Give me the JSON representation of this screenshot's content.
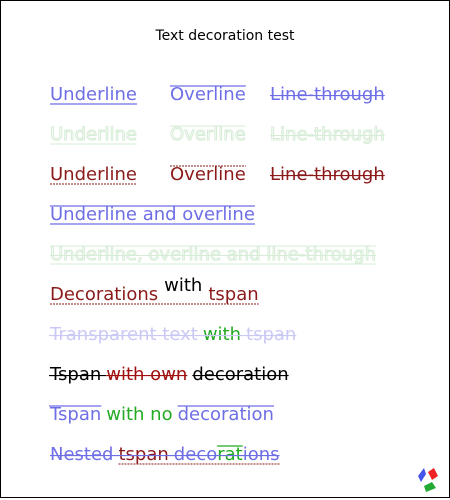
{
  "title": "Text decoration test",
  "colors": {
    "blue": "#6e6ee6",
    "ghost_green": "#d6ecd6",
    "dark_red": "#8b1a1a",
    "maroon": "#a01010",
    "green": "#22aa22",
    "light_blue": "#c9c9f5",
    "black": "#000000"
  },
  "row1": {
    "underline": "Underline",
    "overline": "Overline",
    "linethrough": "Line-through"
  },
  "row2": {
    "underline": "Underline",
    "overline": "Overline",
    "linethrough": "Line-through"
  },
  "row3": {
    "underline": "Underline",
    "overline": "Overline",
    "linethrough": "Line-through"
  },
  "row4": {
    "text": "Underline and overline"
  },
  "row5": {
    "text": "Underline, overline and line-through"
  },
  "row6": {
    "part1": "Decorations",
    "part2": "with",
    "part3": "tspan"
  },
  "row7": {
    "part1": "Transparent text",
    "part2": "with",
    "part3": "tspan"
  },
  "row8": {
    "part1": "Tspan",
    "part2": "with own",
    "part3": "decoration"
  },
  "row9": {
    "part1": "Tspan",
    "part2": "with no",
    "part3": "decoration"
  },
  "row10": {
    "part1": "Nested",
    "part2": "tspan",
    "part3": "deco",
    "part4": "rat",
    "part5": "ions"
  },
  "logo": {
    "icon": "svg-logo-icon"
  }
}
